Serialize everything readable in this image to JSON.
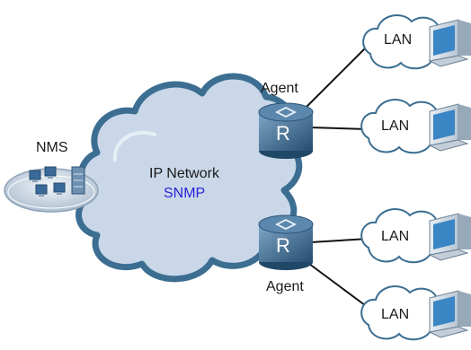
{
  "nms": {
    "label": "NMS"
  },
  "network": {
    "label": "IP Network",
    "protocol": "SNMP"
  },
  "agents": [
    {
      "label": "Agent",
      "router_glyph": "R"
    },
    {
      "label": "Agent",
      "router_glyph": "R"
    }
  ],
  "lans": [
    {
      "label": "LAN"
    },
    {
      "label": "LAN"
    },
    {
      "label": "LAN"
    },
    {
      "label": "LAN"
    }
  ],
  "icons": {
    "router": "router-icon",
    "lan_cloud": "lan-cloud-icon",
    "pc": "pc-icon",
    "nms_platform": "nms-platform-icon"
  },
  "colors": {
    "cloud_fill": "#c9d7e8",
    "cloud_stroke": "#3c6e92",
    "router_fill": "#2f5f86",
    "link": "#111111",
    "protocol_text": "#2a22d8"
  }
}
